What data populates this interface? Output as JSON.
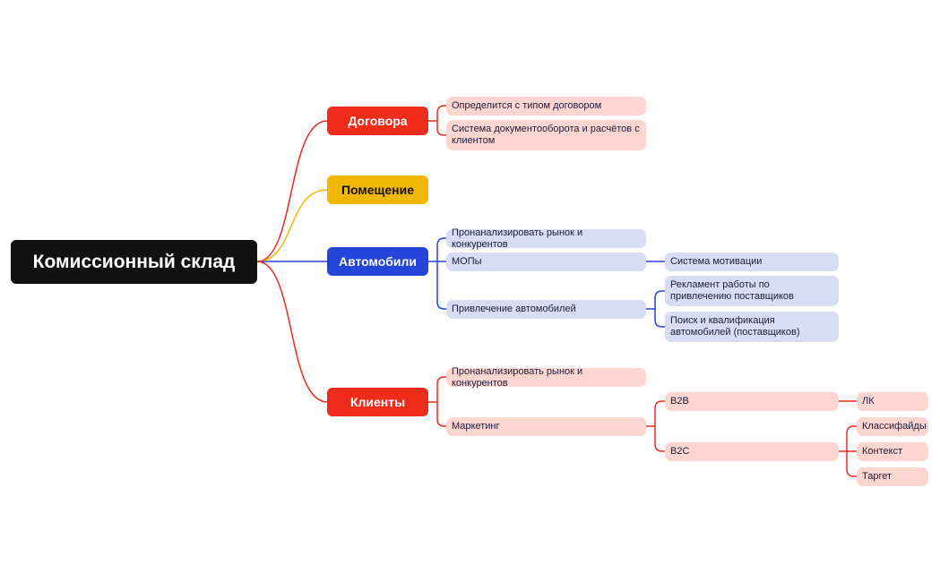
{
  "root": {
    "label": "Комиссионный склад"
  },
  "colors": {
    "red": "#ef2b1a",
    "yellow": "#f2b705",
    "blue": "#2544d9",
    "pink": "#fdd6d2",
    "lavender": "#d8dcf5",
    "root": "#111111"
  },
  "branches": [
    {
      "label": "Договора",
      "color": "red",
      "children": [
        {
          "label": "Определится с типом договором"
        },
        {
          "label": "Система документооборота и расчётов с клиентом"
        }
      ]
    },
    {
      "label": "Помещение",
      "color": "yellow",
      "children": []
    },
    {
      "label": "Автомобили",
      "color": "blue",
      "children": [
        {
          "label": "Пронанализировать рынок и конкурентов"
        },
        {
          "label": "МОПы",
          "children": [
            {
              "label": "Система мотивации"
            }
          ]
        },
        {
          "label": "Привлечение автомобилей",
          "children": [
            {
              "label": "Рекламент работы по привлечению поставщиков"
            },
            {
              "label": "Поиск и квалификация автомобилей (поставщиков)"
            }
          ]
        }
      ]
    },
    {
      "label": "Клиенты",
      "color": "red",
      "children": [
        {
          "label": "Пронанализировать рынок и конкурентов"
        },
        {
          "label": "Маркетинг",
          "children": [
            {
              "label": "B2B",
              "children": [
                {
                  "label": "ЛК"
                }
              ]
            },
            {
              "label": "B2C",
              "children": [
                {
                  "label": "Классифайды"
                },
                {
                  "label": "Контекст"
                },
                {
                  "label": "Таргет"
                }
              ]
            }
          ]
        }
      ]
    }
  ]
}
